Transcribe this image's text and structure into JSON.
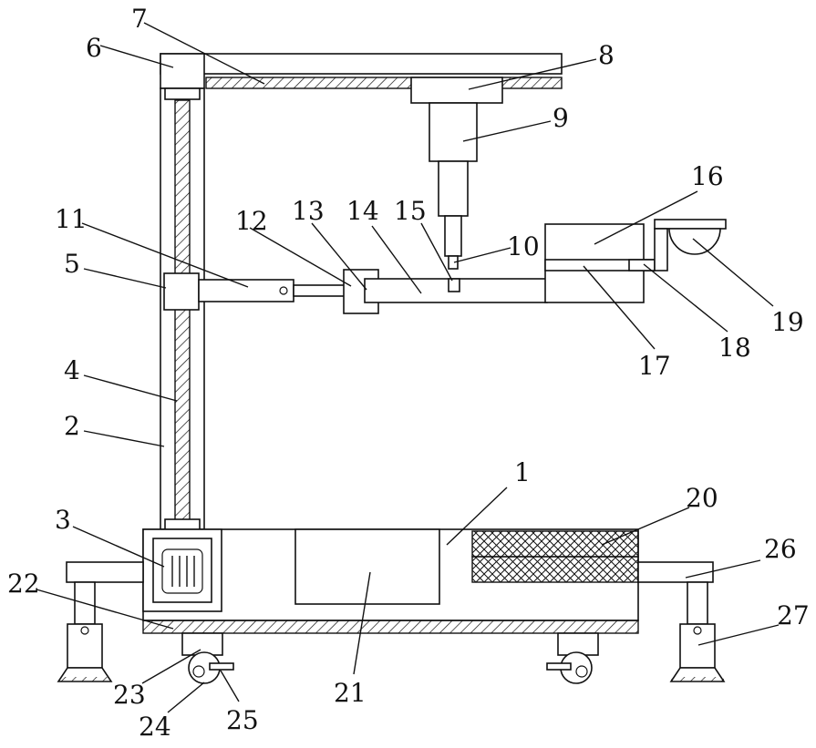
{
  "labels": {
    "l1": "1",
    "l2": "2",
    "l3": "3",
    "l4": "4",
    "l5": "5",
    "l6": "6",
    "l7": "7",
    "l8": "8",
    "l9": "9",
    "l10": "10",
    "l11": "11",
    "l12": "12",
    "l13": "13",
    "l14": "14",
    "l15": "15",
    "l16": "16",
    "l17": "17",
    "l18": "18",
    "l19": "19",
    "l20": "20",
    "l21": "21",
    "l22": "22",
    "l23": "23",
    "l24": "24",
    "l25": "25",
    "l26": "26",
    "l27": "27"
  },
  "colors": {
    "line": "#111111",
    "background": "#ffffff"
  }
}
